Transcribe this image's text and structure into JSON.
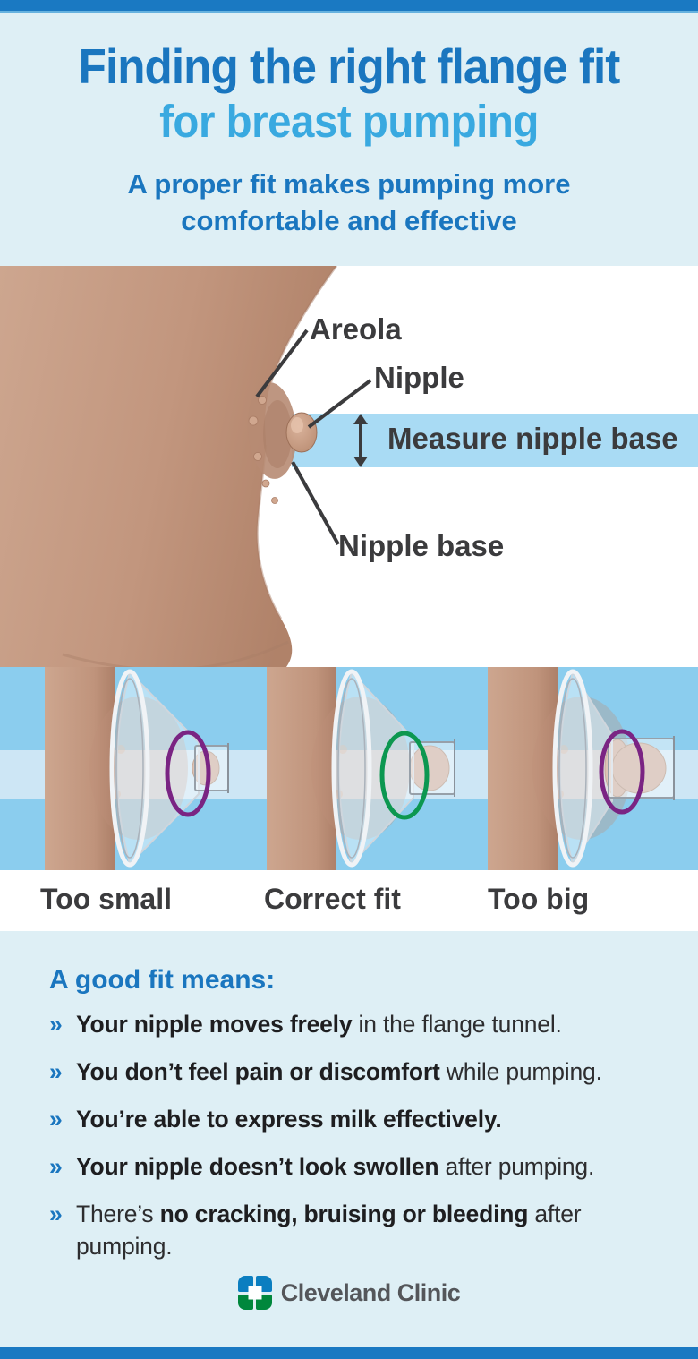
{
  "colors": {
    "bar_blue": "#1a79c2",
    "stripe_blue": "#66b2df",
    "bg_light": "#deeff5",
    "accent_blue": "#1a76bf",
    "sky_blue": "#39a9e0",
    "label_dark": "#3b3b3d",
    "body_text": "#2d2d2f",
    "panel_blue": "#8bcdee",
    "panel_band": "#cde6f5",
    "measure_band": "#a9dbf4",
    "ring_purple": "#7a2483",
    "ring_green": "#0c9750",
    "skin": "#c79c85",
    "skin_dark": "#a87b64",
    "logo_blue": "#0b7ec0",
    "logo_green": "#00873c",
    "logo_text_color": "#54565a"
  },
  "header": {
    "title": "Finding the right flange fit",
    "subtitle": "for breast pumping",
    "tagline": "A proper fit makes pumping more comfortable and effective"
  },
  "anatomy": {
    "labels": {
      "areola": "Areola",
      "nipple": "Nipple",
      "measure": "Measure nipple base",
      "nipple_base": "Nipple base"
    }
  },
  "panels": {
    "items": [
      {
        "label": "Too small",
        "ring_color": "#7a2483",
        "fit": "small"
      },
      {
        "label": "Correct fit",
        "ring_color": "#0c9750",
        "fit": "correct"
      },
      {
        "label": "Too big",
        "ring_color": "#7a2483",
        "fit": "big"
      }
    ]
  },
  "good_fit": {
    "heading": "A good fit means:",
    "bullet_char": "»",
    "items": [
      {
        "pre": "",
        "bold": "Your nipple moves freely",
        "rest": " in the flange tunnel."
      },
      {
        "pre": "",
        "bold": "You don’t feel pain or discomfort",
        "rest": " while pumping."
      },
      {
        "pre": "",
        "bold": "You’re able to express milk effectively.",
        "rest": ""
      },
      {
        "pre": "",
        "bold": "Your nipple doesn’t look swollen",
        "rest": " after pumping."
      },
      {
        "pre": "There’s ",
        "bold": "no cracking, bruising or bleeding",
        "rest": " after pumping."
      }
    ]
  },
  "footer": {
    "logo_text": "Cleveland Clinic"
  }
}
